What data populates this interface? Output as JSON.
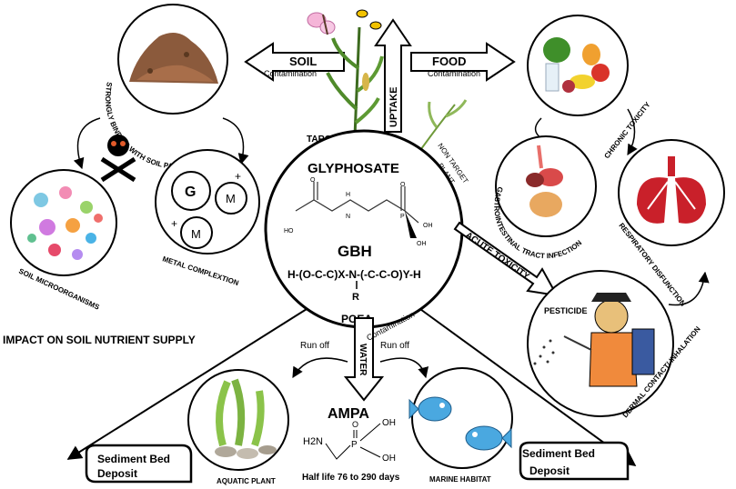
{
  "center": {
    "glyphosate": "GLYPHOSATE",
    "gbh": "GBH",
    "formula": "H-(O-C-C)X-N-(-C-C-O)Y-H",
    "formula_r": "R",
    "poea": "POEA",
    "atom_o1": "O",
    "atom_ho": "HO",
    "atom_h": "H",
    "atom_n": "N",
    "atom_p": "P",
    "atom_o2": "O",
    "atom_oh1": "OH",
    "atom_oh2": "OH"
  },
  "arrows": {
    "soil_title": "SOIL",
    "soil_sub": "Contamination",
    "food_title": "FOOD",
    "food_sub": "Contamination",
    "uptake": "UPTAKE",
    "water": "WATER",
    "water_sub": "Contamination",
    "acute": "ACUTE TOXICITY",
    "runoff_left": "Run off",
    "runoff_right": "Run off"
  },
  "labels": {
    "target_plant": "TARGET  PLANT",
    "non_target_1": "NON TARGET",
    "non_target_2": "PLANT",
    "soil_particle": "STRONGLY  BINDING   WITH  SOIL PARTICLE",
    "chronic": "CHRONIC TOXICITY",
    "gi": "GASTROINTESTINAL TRACT INFECTION",
    "respiratory": "RESPIRATORY DISFUNCTION",
    "dermal": "DERMAL CONTACT/ INHALATION",
    "pesticide": "PESTICIDE",
    "metal": "METAL COMPLEXTION",
    "soil_micro": "SOIL  MICROORGANISMS",
    "impact": "IMPACT ON SOIL NUTRIENT SUPPLY",
    "aquatic": "AQUATIC PLANT",
    "marine": "MARINE HABITAT",
    "halflife": "Half life 76 to 290 days",
    "sed_left_1": "Sediment Bed",
    "sed_left_2": "Deposit",
    "sed_right_1": "Sediment Bed",
    "sed_right_2": "Deposit",
    "metal_g": "G",
    "metal_m1": "M",
    "metal_m2": "M",
    "plus1": "+",
    "plus2": "+"
  },
  "ampa": {
    "title": "AMPA",
    "o": "O",
    "oh1": "OH",
    "h2n": "H2N",
    "p": "P",
    "oh2": "OH"
  }
}
